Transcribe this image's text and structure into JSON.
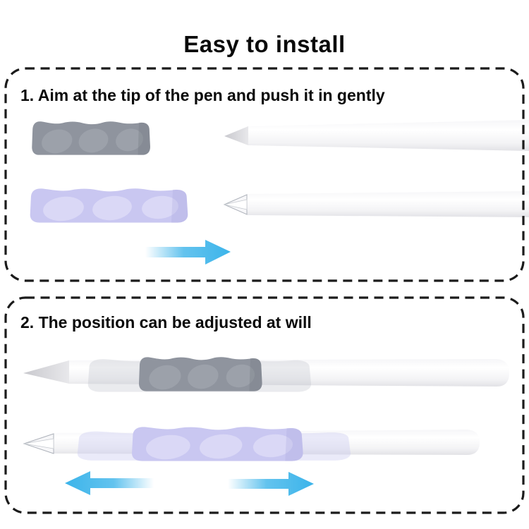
{
  "title": "Easy to install",
  "step1": {
    "heading": "1. Aim at the tip of the pen and push it in gently",
    "push_arrow_direction": "right"
  },
  "step2": {
    "heading": "2. The position can be adjusted at will",
    "slide_arrow_directions": [
      "left",
      "right"
    ]
  },
  "colors": {
    "text": "#0a0a0a",
    "panel_border": "#1b1b1b",
    "arrow_blue": "#3cb4ea",
    "grip_gray": "#8f949e",
    "grip_gray_bump": "#9ea3ac",
    "grip_gray_shade": "#767b85",
    "grip_purple": "#c9c7f1",
    "grip_purple_bump": "#dcdaf7",
    "grip_purple_shade": "#aca9de",
    "sleeve_gray_translucent": "rgba(186,189,199,0.30)",
    "sleeve_purple_translucent": "rgba(201,199,240,0.38)",
    "pencil_cone_dark": "#c9c9ce",
    "pencil_cone_light": "#e8e8eb",
    "pen_body_top": "#f6f6f8",
    "pen_body_mid": "#ffffff",
    "pen_body_low": "#f3f3f5",
    "pen_body_edge": "#e2e2e6",
    "nib_fill": "#f7f7f9",
    "nib_stroke": "#adb2ba",
    "nib_inner_stroke": "#c5c9cf"
  }
}
